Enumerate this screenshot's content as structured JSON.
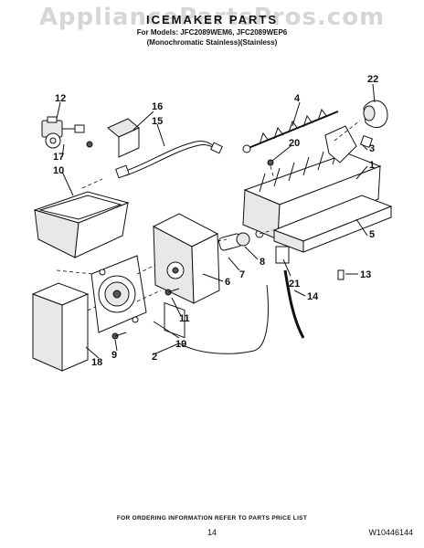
{
  "watermark": "AppliancePartsPros.com",
  "header": {
    "title": "ICEMAKER PARTS",
    "models_line": "For Models: JFC2089WEM6, JFC2089WEP6",
    "variants_line": "(Monochromatic Stainless)(Stainless)"
  },
  "callouts": [
    "1",
    "2",
    "3",
    "4",
    "5",
    "6",
    "7",
    "8",
    "9",
    "10",
    "11",
    "12",
    "13",
    "14",
    "15",
    "16",
    "17",
    "18",
    "19",
    "20",
    "21",
    "22"
  ],
  "footer": {
    "ordering_note": "FOR ORDERING INFORMATION REFER TO PARTS PRICE LIST",
    "page_number": "14",
    "document_id": "W10446144"
  }
}
